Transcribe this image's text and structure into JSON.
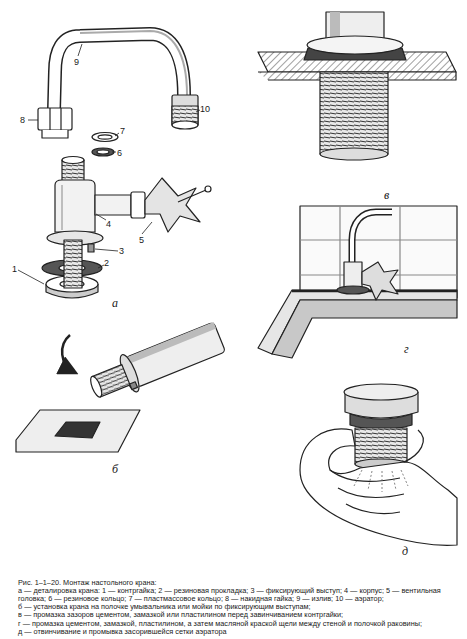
{
  "diagram": {
    "caption": "Рис. 1–1–20. Монтаж настольного крана:",
    "labels": [
      "9",
      "8",
      "7",
      "6",
      "10",
      "5",
      "4",
      "3",
      "2",
      "1",
      "а",
      "в",
      "б",
      "г",
      "д",
      "а — деталировка крана: 1 — контргайка; 2 — резиновая прокладка; 3 — фиксирующий выступ; 4 — корпус; 5 — вентильная головка; 6 — резиновое кольцо; 7 — пластмассовое кольцо; 8 — накидная гайка; 9 — излив; 10 — аэратор;",
      "б — установка крана на полочке умывальника или мойки по фиксирующим выступам;",
      "в — промазка зазоров цементом, замазкой или пластилином перед завинчиванием контргайки;",
      "г — промазка цементом, замазкой, пластилином, а затем масляной краской щели между стеной и полочкой раковины;",
      "д — отвинчивание и промывка засорившейся сетки аэратора"
    ]
  }
}
